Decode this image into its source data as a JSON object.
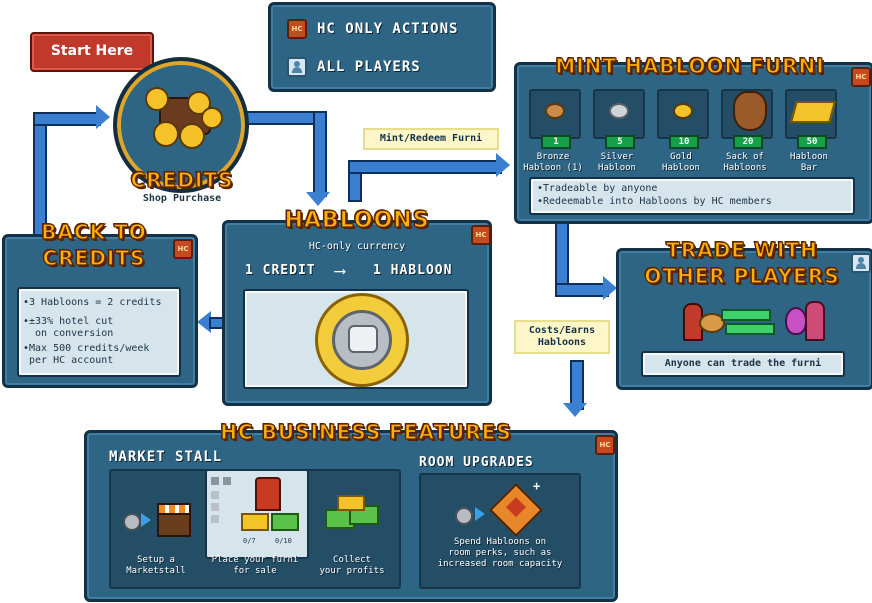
{
  "start_button": "Start Here",
  "legend": {
    "hc_only": "HC ONLY ACTIONS",
    "all_players": "ALL PLAYERS"
  },
  "credits": {
    "title": "CREDITS",
    "subtitle": "Shop Purchase"
  },
  "habloons": {
    "title": "HABLOONS",
    "subtitle": "HC-only currency",
    "conversion_left": "1 CREDIT",
    "conversion_right": "1 HABLOON"
  },
  "back_to_credits": {
    "title_line1": "BACK TO",
    "title_line2": "CREDITS",
    "bullets": [
      "•3 Habloons = 2 credits",
      "•±33% hotel cut\n  on conversion",
      "•Max 500 credits/week\n per HC account"
    ]
  },
  "mint": {
    "title": "MINT HABLOON FURNI",
    "items": [
      {
        "value": "1",
        "label": "Bronze\nHabloon (1)"
      },
      {
        "value": "5",
        "label": "Silver\nHabloon"
      },
      {
        "value": "10",
        "label": "Gold\nHabloon"
      },
      {
        "value": "20",
        "label": "Sack of\nHabloons"
      },
      {
        "value": "50",
        "label": "Habloon\nBar"
      }
    ],
    "bullets": [
      "•Tradeable by anyone",
      "•Redeemable into Habloons by HC members"
    ]
  },
  "notes": {
    "mint_redeem": "Mint/Redeem Furni",
    "costs_earns": "Costs/Earns\nHabloons"
  },
  "trade": {
    "title_line1": "TRADE WITH",
    "title_line2": "OTHER PLAYERS",
    "caption": "Anyone can trade the furni"
  },
  "business": {
    "title": "HC BUSINESS FEATURES",
    "market_heading": "MARKET STALL",
    "room_heading": "ROOM UPGRADES",
    "steps": [
      "Setup a\nMarketstall",
      "Place your furni\nfor sale",
      "Collect\nyour profits"
    ],
    "stall_counts": [
      "0/7",
      "0/10"
    ],
    "room_caption": "Spend Habloons on\nroom perks, such as\nincreased room capacity"
  },
  "colors": {
    "panel": "#2e6584",
    "title_gold": "#ffb000",
    "arrow_blue": "#3a7fd0",
    "start_red": "#c0392b"
  }
}
